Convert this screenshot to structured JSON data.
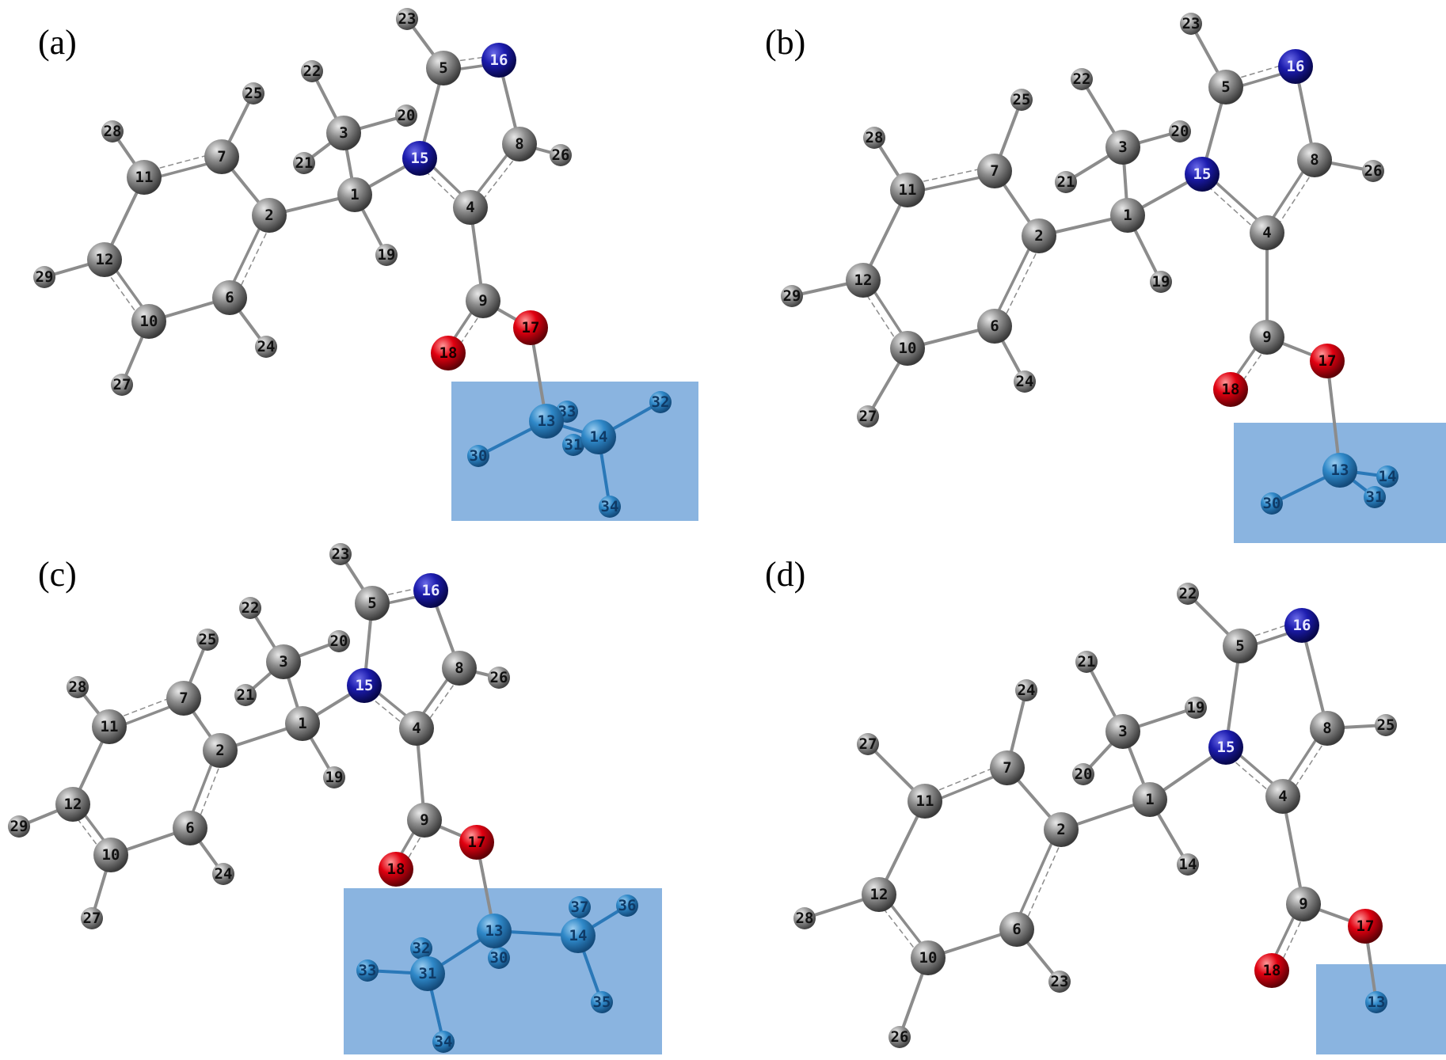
{
  "panels": [
    {
      "label": "(a)",
      "atoms": [
        {
          "id": "1",
          "el": "C"
        },
        {
          "id": "2",
          "el": "C"
        },
        {
          "id": "3",
          "el": "C"
        },
        {
          "id": "4",
          "el": "C"
        },
        {
          "id": "5",
          "el": "C"
        },
        {
          "id": "6",
          "el": "C"
        },
        {
          "id": "7",
          "el": "C"
        },
        {
          "id": "8",
          "el": "C"
        },
        {
          "id": "9",
          "el": "C"
        },
        {
          "id": "10",
          "el": "C"
        },
        {
          "id": "11",
          "el": "C"
        },
        {
          "id": "12",
          "el": "C"
        },
        {
          "id": "15",
          "el": "N"
        },
        {
          "id": "16",
          "el": "N"
        },
        {
          "id": "17",
          "el": "O"
        },
        {
          "id": "18",
          "el": "O"
        },
        {
          "id": "19",
          "el": "H"
        },
        {
          "id": "20",
          "el": "H"
        },
        {
          "id": "21",
          "el": "H"
        },
        {
          "id": "22",
          "el": "H"
        },
        {
          "id": "23",
          "el": "H"
        },
        {
          "id": "24",
          "el": "H"
        },
        {
          "id": "25",
          "el": "H"
        },
        {
          "id": "26",
          "el": "H"
        },
        {
          "id": "27",
          "el": "H"
        },
        {
          "id": "28",
          "el": "H"
        },
        {
          "id": "29",
          "el": "H"
        },
        {
          "id": "13",
          "el": "C",
          "hl": true
        },
        {
          "id": "14",
          "el": "C",
          "hl": true
        },
        {
          "id": "30",
          "el": "H",
          "hl": true
        },
        {
          "id": "31",
          "el": "H",
          "hl": true
        },
        {
          "id": "32",
          "el": "H",
          "hl": true
        },
        {
          "id": "33",
          "el": "H",
          "hl": true
        },
        {
          "id": "34",
          "el": "H",
          "hl": true
        }
      ]
    },
    {
      "label": "(b)",
      "atoms": [
        {
          "id": "1",
          "el": "C"
        },
        {
          "id": "2",
          "el": "C"
        },
        {
          "id": "3",
          "el": "C"
        },
        {
          "id": "4",
          "el": "C"
        },
        {
          "id": "5",
          "el": "C"
        },
        {
          "id": "6",
          "el": "C"
        },
        {
          "id": "7",
          "el": "C"
        },
        {
          "id": "8",
          "el": "C"
        },
        {
          "id": "9",
          "el": "C"
        },
        {
          "id": "10",
          "el": "C"
        },
        {
          "id": "11",
          "el": "C"
        },
        {
          "id": "12",
          "el": "C"
        },
        {
          "id": "15",
          "el": "N"
        },
        {
          "id": "16",
          "el": "N"
        },
        {
          "id": "17",
          "el": "O"
        },
        {
          "id": "18",
          "el": "O"
        },
        {
          "id": "19",
          "el": "H"
        },
        {
          "id": "20",
          "el": "H"
        },
        {
          "id": "21",
          "el": "H"
        },
        {
          "id": "22",
          "el": "H"
        },
        {
          "id": "23",
          "el": "H"
        },
        {
          "id": "24",
          "el": "H"
        },
        {
          "id": "25",
          "el": "H"
        },
        {
          "id": "26",
          "el": "H"
        },
        {
          "id": "27",
          "el": "H"
        },
        {
          "id": "28",
          "el": "H"
        },
        {
          "id": "29",
          "el": "H"
        },
        {
          "id": "13",
          "el": "C",
          "hl": true
        },
        {
          "id": "14",
          "el": "H",
          "hl": true
        },
        {
          "id": "30",
          "el": "H",
          "hl": true
        },
        {
          "id": "31",
          "el": "H",
          "hl": true
        }
      ]
    },
    {
      "label": "(c)",
      "atoms": [
        {
          "id": "1",
          "el": "C"
        },
        {
          "id": "2",
          "el": "C"
        },
        {
          "id": "3",
          "el": "C"
        },
        {
          "id": "4",
          "el": "C"
        },
        {
          "id": "5",
          "el": "C"
        },
        {
          "id": "6",
          "el": "C"
        },
        {
          "id": "7",
          "el": "C"
        },
        {
          "id": "8",
          "el": "C"
        },
        {
          "id": "9",
          "el": "C"
        },
        {
          "id": "10",
          "el": "C"
        },
        {
          "id": "11",
          "el": "C"
        },
        {
          "id": "12",
          "el": "C"
        },
        {
          "id": "15",
          "el": "N"
        },
        {
          "id": "16",
          "el": "N"
        },
        {
          "id": "17",
          "el": "O"
        },
        {
          "id": "18",
          "el": "O"
        },
        {
          "id": "19",
          "el": "H"
        },
        {
          "id": "20",
          "el": "H"
        },
        {
          "id": "21",
          "el": "H"
        },
        {
          "id": "22",
          "el": "H"
        },
        {
          "id": "23",
          "el": "H"
        },
        {
          "id": "24",
          "el": "H"
        },
        {
          "id": "25",
          "el": "H"
        },
        {
          "id": "26",
          "el": "H"
        },
        {
          "id": "27",
          "el": "H"
        },
        {
          "id": "28",
          "el": "H"
        },
        {
          "id": "29",
          "el": "H"
        },
        {
          "id": "13",
          "el": "C",
          "hl": true
        },
        {
          "id": "14",
          "el": "C",
          "hl": true
        },
        {
          "id": "31",
          "el": "C",
          "hl": true
        },
        {
          "id": "30",
          "el": "H",
          "hl": true
        },
        {
          "id": "32",
          "el": "H",
          "hl": true
        },
        {
          "id": "33",
          "el": "H",
          "hl": true
        },
        {
          "id": "34",
          "el": "H",
          "hl": true
        },
        {
          "id": "35",
          "el": "H",
          "hl": true
        },
        {
          "id": "36",
          "el": "H",
          "hl": true
        },
        {
          "id": "37",
          "el": "H",
          "hl": true
        }
      ]
    },
    {
      "label": "(d)",
      "atoms": [
        {
          "id": "1",
          "el": "C"
        },
        {
          "id": "2",
          "el": "C"
        },
        {
          "id": "3",
          "el": "C"
        },
        {
          "id": "4",
          "el": "C"
        },
        {
          "id": "5",
          "el": "C"
        },
        {
          "id": "6",
          "el": "C"
        },
        {
          "id": "7",
          "el": "C"
        },
        {
          "id": "8",
          "el": "C"
        },
        {
          "id": "9",
          "el": "C"
        },
        {
          "id": "10",
          "el": "C"
        },
        {
          "id": "11",
          "el": "C"
        },
        {
          "id": "12",
          "el": "C"
        },
        {
          "id": "15",
          "el": "N"
        },
        {
          "id": "16",
          "el": "N"
        },
        {
          "id": "17",
          "el": "O"
        },
        {
          "id": "18",
          "el": "O"
        },
        {
          "id": "14",
          "el": "H"
        },
        {
          "id": "19",
          "el": "H"
        },
        {
          "id": "20",
          "el": "H"
        },
        {
          "id": "21",
          "el": "H"
        },
        {
          "id": "22",
          "el": "H"
        },
        {
          "id": "23",
          "el": "H"
        },
        {
          "id": "24",
          "el": "H"
        },
        {
          "id": "25",
          "el": "H"
        },
        {
          "id": "26",
          "el": "H"
        },
        {
          "id": "27",
          "el": "H"
        },
        {
          "id": "28",
          "el": "H"
        },
        {
          "id": "13",
          "el": "H",
          "hl": true
        }
      ]
    }
  ],
  "colors": {
    "carbon": "#7d7d7d",
    "nitrogen": "#1a1aa0",
    "oxygen": "#e00010",
    "hydrogen": "#8a8a8a",
    "highlight": "#3d8fd6",
    "highlight_box": "#8ab4e0",
    "bond": "#8c8c8c"
  }
}
